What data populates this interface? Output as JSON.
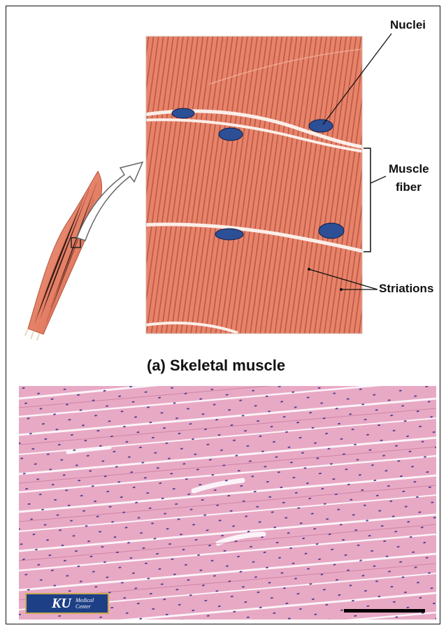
{
  "labels": {
    "nuclei": "Nuclei",
    "muscle_fiber_line1": "Muscle",
    "muscle_fiber_line2": "fiber",
    "striations": "Striations"
  },
  "caption": "(a) Skeletal muscle",
  "logo": {
    "ku": "KU",
    "medical": "Medical",
    "center": "Center"
  },
  "colors": {
    "muscle_fill": "#e8836a",
    "striation": "#a84a38",
    "nucleus": "#2c4f96",
    "membrane": "#fbeee8",
    "histology_pink": "#e8a9c4",
    "histology_nuclei": "#4d3d8d"
  }
}
